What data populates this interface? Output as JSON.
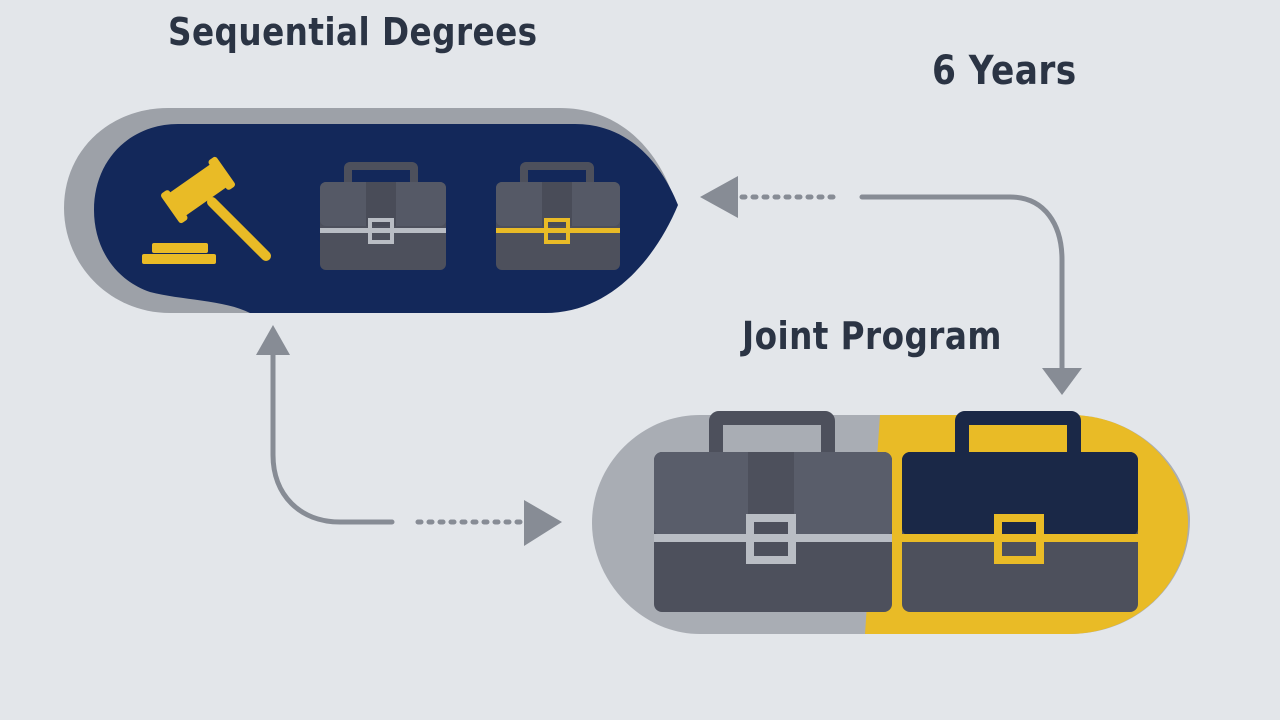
{
  "labels": {
    "sequential_degrees": "Sequential Degrees",
    "duration": "6 Years",
    "joint_program": "Joint Program"
  },
  "colors": {
    "background": "#e3e6ea",
    "navy": "#13285a",
    "gold": "#e9bb26",
    "slate": "#4d505c",
    "grey_arrow": "#878c95",
    "text": "#2b3444"
  },
  "icons": {
    "sequential": [
      "gavel-icon",
      "briefcase-icon",
      "briefcase-icon"
    ],
    "joint": [
      "briefcase-icon",
      "briefcase-icon"
    ]
  }
}
